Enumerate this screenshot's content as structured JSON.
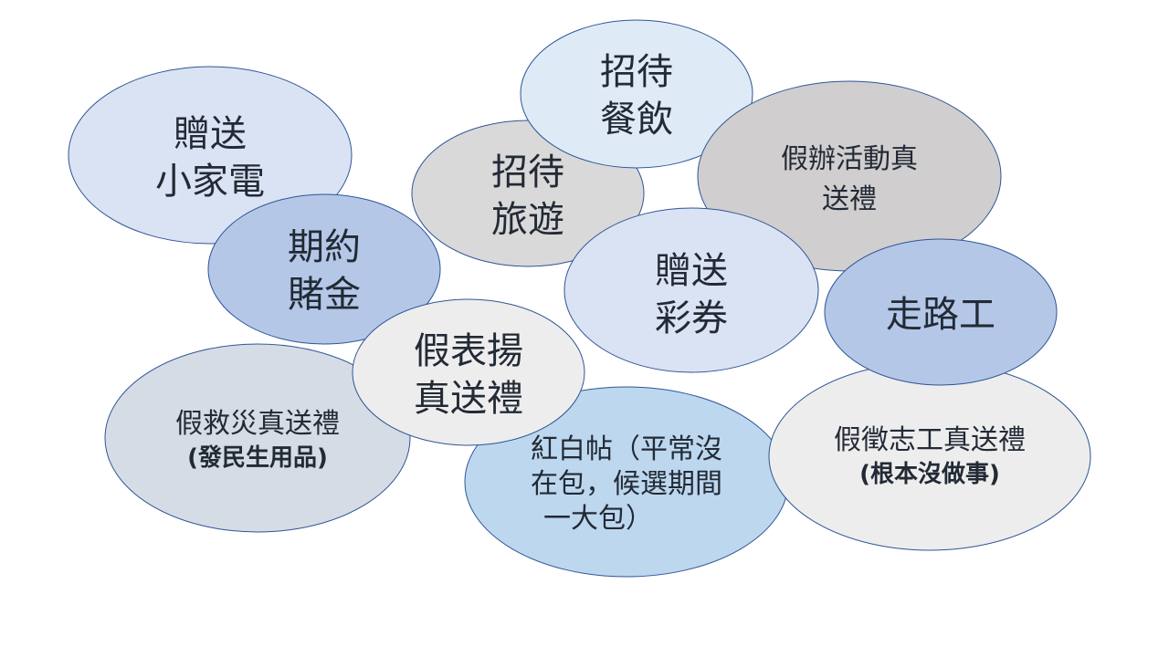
{
  "bubbles": {
    "small_appliances": {
      "line1": "贈送",
      "line2": "小家電",
      "color": "#dae3f3"
    },
    "gambling_money": {
      "line1": "期約",
      "line2": "賭金",
      "color": "#b4c7e7"
    },
    "travel": {
      "line1": "招待",
      "line2": "旅遊",
      "color": "#d9d9d9"
    },
    "dining": {
      "line1": "招待",
      "line2": "餐飲",
      "color": "#deebf7"
    },
    "fake_event": {
      "line1": "假辦活動真",
      "line2": "送禮",
      "color": "#d0cece"
    },
    "lottery": {
      "line1": "贈送",
      "line2": "彩券",
      "color": "#dae3f3"
    },
    "walking_money": {
      "line1": "走路工",
      "color": "#b4c7e7"
    },
    "fake_commendation": {
      "line1": "假表揚",
      "line2": "真送禮",
      "color": "#ededed"
    },
    "fake_relief": {
      "line1": "假救災真送禮",
      "line2": "(發民生用品)",
      "color": "#d6dce5"
    },
    "red_white_cards": {
      "line1": "紅白帖（平常沒",
      "line2": "在包，候選期間",
      "line3": "一大包）",
      "color": "#bdd7ee"
    },
    "fake_volunteer": {
      "line1": "假徵志工真送禮",
      "line2": "(根本沒做事)",
      "color": "#ededed"
    }
  }
}
